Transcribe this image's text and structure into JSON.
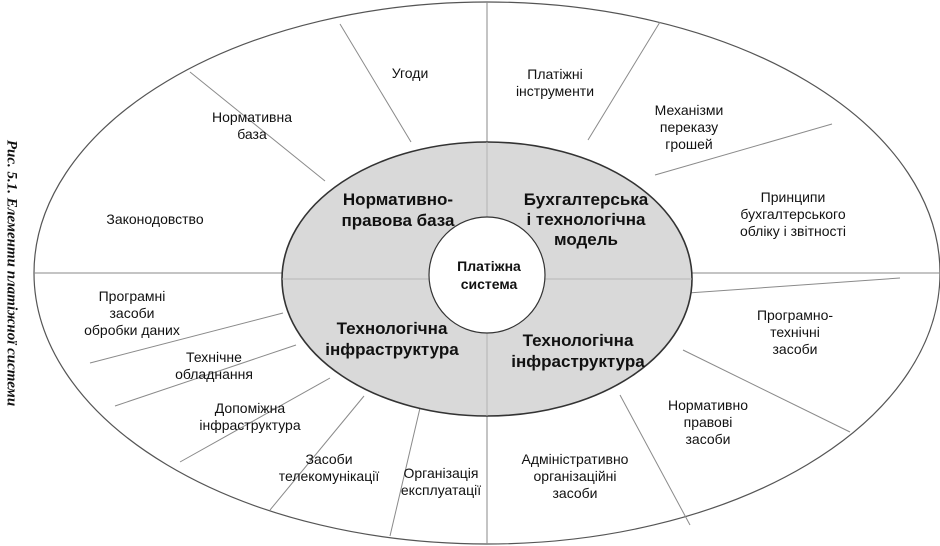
{
  "caption": "Рис. 5.1. Елементи платіжної системи",
  "center": [
    "Платіжна",
    "система"
  ],
  "quadrants": {
    "top_left": [
      "Нормативно-",
      "правова база"
    ],
    "top_right": [
      "Бухгалтерська",
      "і технологічна",
      "модель"
    ],
    "bottom_left": [
      "Технологічна",
      "інфраструктура"
    ],
    "bottom_right": [
      "Технологічна",
      "інфраструктура"
    ]
  },
  "outer_labels": {
    "ugody": [
      "Угоди"
    ],
    "platizhni_instrumenty": [
      "Платіжні",
      "інструменти"
    ],
    "normatyvna_baza": [
      "Нормативна",
      "база"
    ],
    "mekhanizmy": [
      "Механізми",
      "переказу",
      "грошей"
    ],
    "zakonodavstvo": [
      "Законодовство"
    ],
    "pryntsypy": [
      "Принципи",
      "бухгалтерського",
      "обліку і звітності"
    ],
    "prohramni_zasoby": [
      "Програмні",
      "засоби",
      "обробки даних"
    ],
    "prohramno_tekhnichni": [
      "Програмно-",
      "технічні",
      "засоби"
    ],
    "tekhnichne": [
      "Технічне",
      "обладнання"
    ],
    "normatyvno_pravovi": [
      "Нормативно",
      "правові",
      "засоби"
    ],
    "dopomizhna": [
      "Допоміжна",
      "інфраструктура"
    ],
    "zasoby_telekom": [
      "Засоби",
      "телекомунікації"
    ],
    "orhanizatsiia": [
      "Організація",
      "експлуатації"
    ],
    "administratyvno": [
      "Адміністративно",
      "організаційні",
      "засоби"
    ]
  }
}
